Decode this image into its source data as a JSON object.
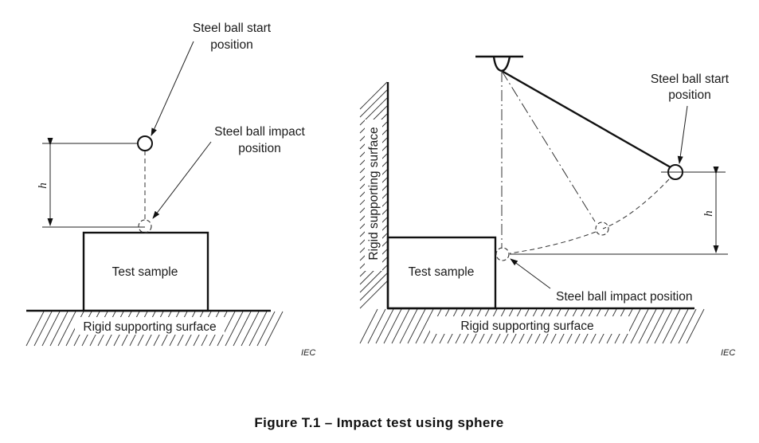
{
  "figure": {
    "caption": "Figure T.1 – Impact test using sphere",
    "left_panel": {
      "start_label_line1": "Steel ball start",
      "start_label_line2": "position",
      "impact_label_line1": "Steel ball impact",
      "impact_label_line2": "position",
      "height_symbol": "h",
      "sample_label": "Test sample",
      "surface_label": "Rigid supporting surface",
      "source_mark": "IEC"
    },
    "right_panel": {
      "start_label_line1": "Steel ball start",
      "start_label_line2": "position",
      "impact_label": "Steel ball impact position",
      "height_symbol": "h",
      "sample_label": "Test sample",
      "floor_label": "Rigid supporting surface",
      "wall_label": "Rigid supporting surface",
      "source_mark": "IEC"
    }
  }
}
